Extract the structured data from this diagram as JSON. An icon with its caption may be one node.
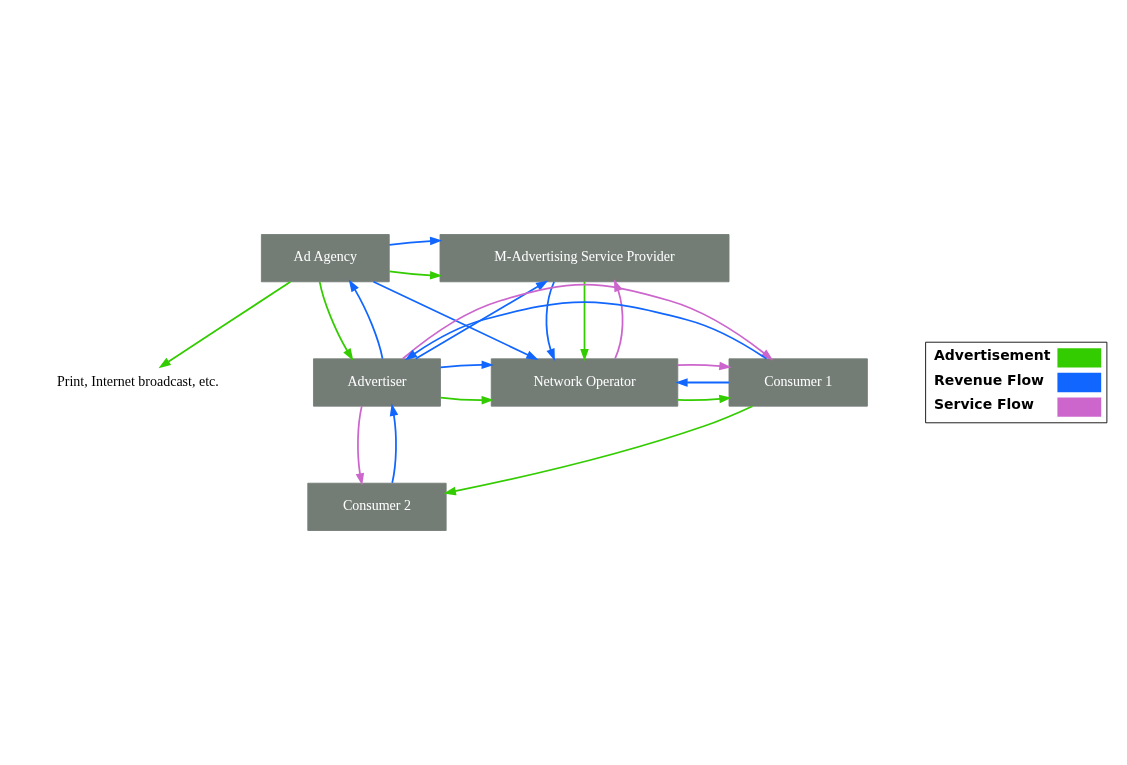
{
  "diagram": {
    "nodes": [
      {
        "text": [
          "Print, Internet broadcast, etc."
        ]
      },
      {
        "text": [
          "Ad Agency"
        ]
      },
      {
        "text": [
          "M-Advertising Service Provider"
        ]
      },
      {
        "text": [
          "Advertiser"
        ]
      },
      {
        "text": [
          "Network Operator"
        ]
      },
      {
        "text": [
          "Consumer 1"
        ]
      },
      {
        "text": [
          "Consumer 2"
        ]
      }
    ],
    "edges": [
      {
        "from": 1,
        "to": 0,
        "arrow": "to",
        "color": "#33cc00"
      },
      {
        "from": 1,
        "to": 2,
        "arrow": "to",
        "color": "#33cc00"
      },
      {
        "from": 1,
        "to": 2,
        "arrow": "to",
        "color": "#1166ff"
      },
      {
        "from": 1,
        "to": 4,
        "arrow": "to",
        "color": "#1166ff"
      },
      {
        "from": 1,
        "to": 3,
        "arrow": "to",
        "color": "#33cc00"
      },
      {
        "from": 3,
        "to": 1,
        "arrow": "to",
        "color": "#1166ff"
      },
      {
        "from": 3,
        "to": 2,
        "arrow": "to",
        "color": "#1166ff"
      },
      {
        "from": 3,
        "to": 4,
        "arrow": "to",
        "color": "#33cc00"
      },
      {
        "from": 3,
        "to": 4,
        "arrow": "to",
        "color": "#1166ff"
      },
      {
        "from": 2,
        "to": 4,
        "arrow": "to",
        "color": "#1166ff"
      },
      {
        "from": 2,
        "to": 4,
        "arrow": "to",
        "color": "#33cc00"
      },
      {
        "from": 4,
        "to": 2,
        "arrow": "to",
        "color": "#cc66cc"
      },
      {
        "from": 4,
        "to": 5,
        "arrow": "to",
        "color": "#33cc00"
      },
      {
        "from": 5,
        "to": 4,
        "arrow": "to",
        "color": "#1166ff"
      },
      {
        "from": 4,
        "to": 5,
        "arrow": "to",
        "color": "#cc66cc"
      },
      {
        "from": 5,
        "to": 3,
        "arrow": "to",
        "color": "#1166ff"
      },
      {
        "from": 3,
        "to": 5,
        "arrow": "to",
        "color": "#cc66cc"
      },
      {
        "from": 5,
        "to": 6,
        "arrow": "to",
        "color": "#33cc00"
      },
      {
        "from": 6,
        "to": 3,
        "arrow": "to",
        "color": "#1166ff"
      },
      {
        "from": 3,
        "to": 6,
        "arrow": "to",
        "color": "#cc66cc"
      }
    ],
    "legend": [
      {
        "text": "Advertisement",
        "color": "#33cc00"
      },
      {
        "text": "Revenue Flow",
        "color": "#1166ff"
      },
      {
        "text": "Service Flow",
        "color": "#cc66cc"
      }
    ]
  }
}
